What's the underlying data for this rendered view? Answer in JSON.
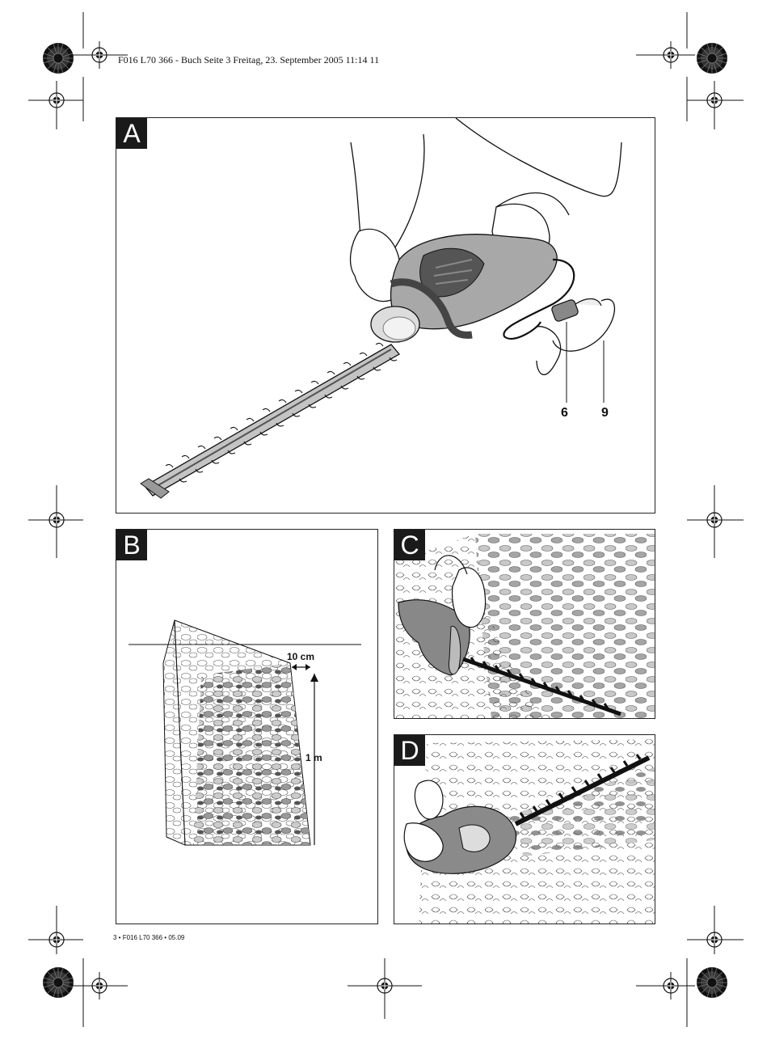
{
  "header": {
    "text": "F016 L70 366 - Buch  Seite 3  Freitag, 23. September 2005  11:14 11"
  },
  "panels": {
    "a": {
      "label": "A",
      "callouts": [
        "6",
        "9"
      ]
    },
    "b": {
      "label": "B",
      "measure_top": "10 cm",
      "measure_side": "1 m"
    },
    "c": {
      "label": "C"
    },
    "d": {
      "label": "D"
    }
  },
  "footer": {
    "text": "3 • F016 L70 366 • 05.09"
  },
  "icons": [
    "registration-mark-icon",
    "color-bar-disc-icon",
    "hedge-trimmer-icon",
    "hedge-icon",
    "gloved-hand-icon",
    "mains-plug-icon"
  ]
}
